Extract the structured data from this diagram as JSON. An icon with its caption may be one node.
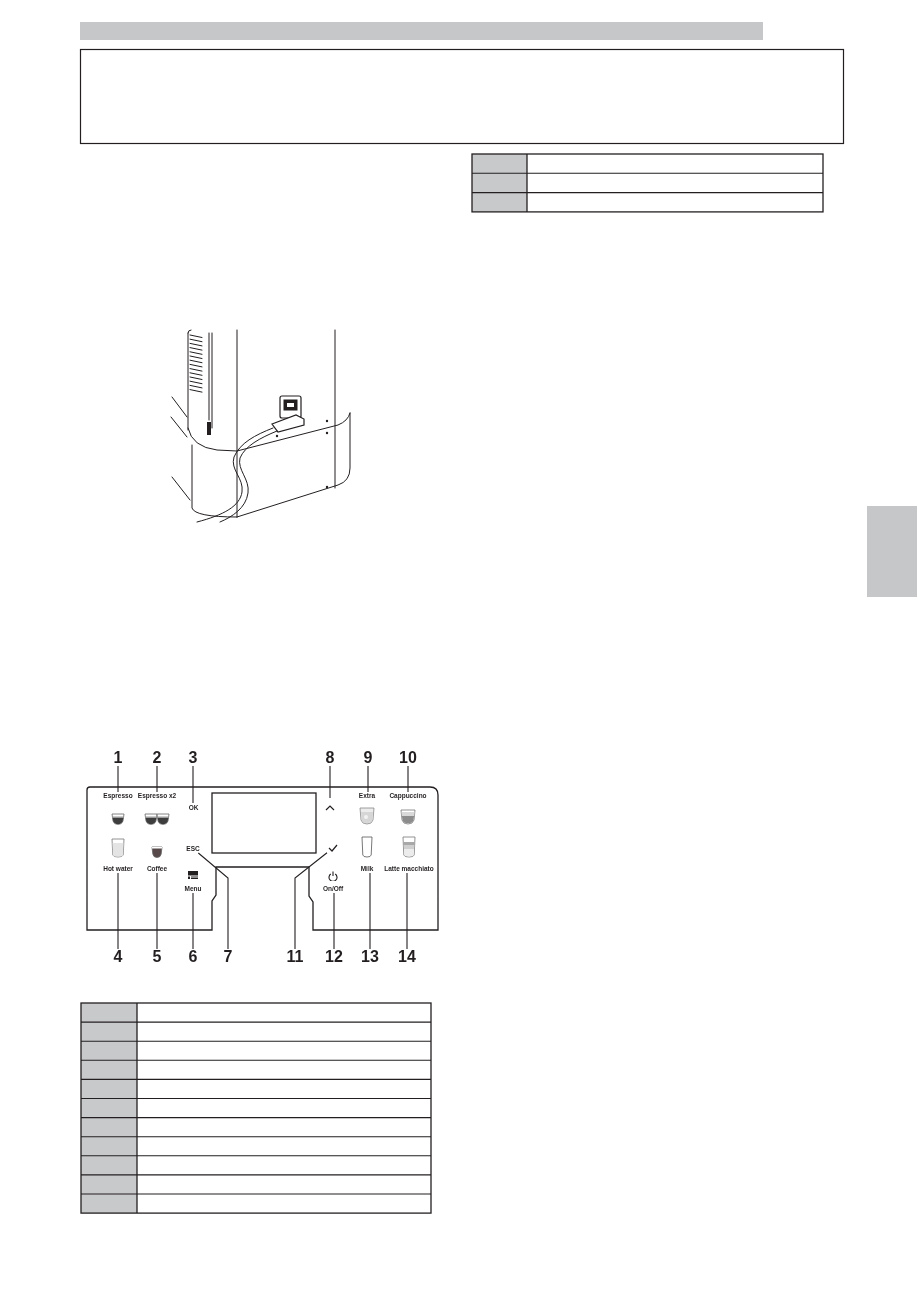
{
  "diagram": {
    "nodes": [
      {
        "text": [
          "1"
        ]
      },
      {
        "text": [
          "2"
        ]
      },
      {
        "text": [
          "3"
        ]
      },
      {
        "text": [
          "8"
        ]
      },
      {
        "text": [
          "9"
        ]
      },
      {
        "text": [
          "10"
        ]
      },
      {
        "text": [
          "Espresso"
        ]
      },
      {
        "text": [
          "Espresso x2"
        ]
      },
      {
        "text": [
          "OK"
        ]
      },
      {
        "text": [],
        "shape": "chevron"
      },
      {
        "text": [
          "Extra"
        ]
      },
      {
        "text": [
          "Cappuccino"
        ]
      },
      {
        "text": [
          "Hot water"
        ]
      },
      {
        "text": [
          "Coffee"
        ]
      },
      {
        "text": [
          "ESC"
        ]
      },
      {
        "text": [],
        "shape": "tick"
      },
      {
        "text": [
          "Milk"
        ]
      },
      {
        "text": [
          "Latte macchiato"
        ]
      },
      {
        "text": [
          "Menu"
        ]
      },
      {
        "text": [
          "On/Off"
        ]
      },
      {
        "text": [
          "4"
        ]
      },
      {
        "text": [
          "5"
        ]
      },
      {
        "text": [
          "6"
        ]
      },
      {
        "text": [
          "7"
        ]
      },
      {
        "text": [
          "11"
        ]
      },
      {
        "text": [
          "12"
        ]
      },
      {
        "text": [
          "13"
        ]
      },
      {
        "text": [
          "14"
        ]
      }
    ],
    "edges": [
      {
        "from": 0,
        "to": 6,
        "arrow": "none"
      },
      {
        "from": 1,
        "to": 7,
        "arrow": "none"
      },
      {
        "from": 2,
        "to": 8,
        "arrow": "none"
      },
      {
        "from": 3,
        "to": 9,
        "arrow": "none"
      },
      {
        "from": 4,
        "to": 10,
        "arrow": "none"
      },
      {
        "from": 5,
        "to": 11,
        "arrow": "none"
      },
      {
        "from": 20,
        "to": 12,
        "arrow": "none"
      },
      {
        "from": 21,
        "to": 13,
        "arrow": "none"
      },
      {
        "from": 22,
        "to": 18,
        "arrow": "none"
      },
      {
        "from": 23,
        "to": 14,
        "arrow": "none"
      },
      {
        "from": 24,
        "to": 15,
        "arrow": "none"
      },
      {
        "from": 25,
        "to": 19,
        "arrow": "none"
      },
      {
        "from": 26,
        "to": 16,
        "arrow": "none"
      },
      {
        "from": 27,
        "to": 17,
        "arrow": "none"
      }
    ]
  }
}
